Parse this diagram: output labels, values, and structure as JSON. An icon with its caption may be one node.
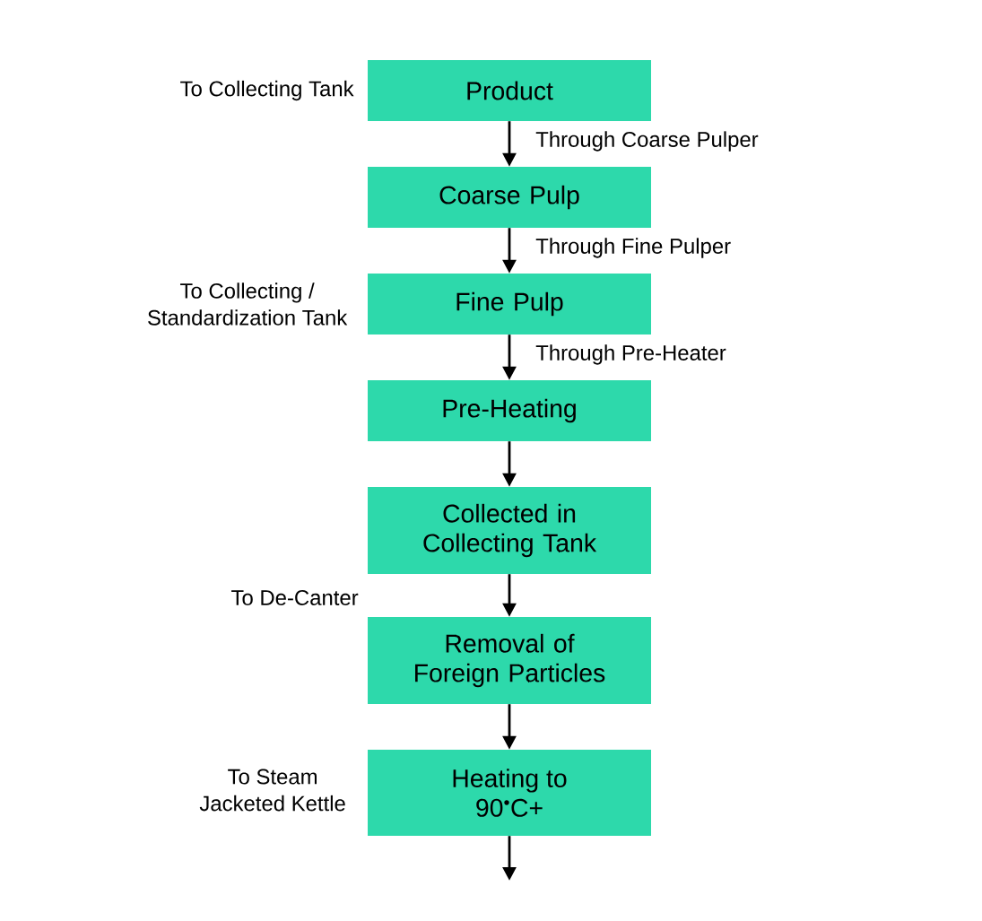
{
  "diagram": {
    "nodes": [
      {
        "text": [
          "Product"
        ],
        "beside": [
          "To Collecting Tank"
        ]
      },
      {
        "text": [
          "Coarse Pulp"
        ]
      },
      {
        "text": [
          "Fine Pulp"
        ],
        "beside": [
          "To Collecting / Standardization Tank"
        ]
      },
      {
        "text": [
          "Pre-Heating"
        ]
      },
      {
        "text": [
          "Collected in Collecting Tank"
        ]
      },
      {
        "text": [
          "Removal of Foreign Particles"
        ],
        "beside": [
          "To De-Canter"
        ]
      },
      {
        "text": [
          "Heating to 90$^{•}$C+"
        ],
        "beside": [
          "To Steam Jacketed Kettle"
        ]
      }
    ],
    "edges": [
      {
        "from": 0,
        "to": 1,
        "arrow": "to",
        "label": "Through Coarse Pulper"
      },
      {
        "from": 1,
        "to": 2,
        "arrow": "to",
        "label": "Through Fine Pulper"
      },
      {
        "from": 2,
        "to": 3,
        "arrow": "to",
        "label": "Through Pre-Heater"
      },
      {
        "from": 3,
        "to": 4,
        "arrow": "to"
      },
      {
        "from": 4,
        "to": 5,
        "arrow": "to"
      },
      {
        "from": 5,
        "to": 6,
        "arrow": "to"
      },
      {
        "from": 6,
        "to": null,
        "arrow": "to"
      }
    ]
  }
}
